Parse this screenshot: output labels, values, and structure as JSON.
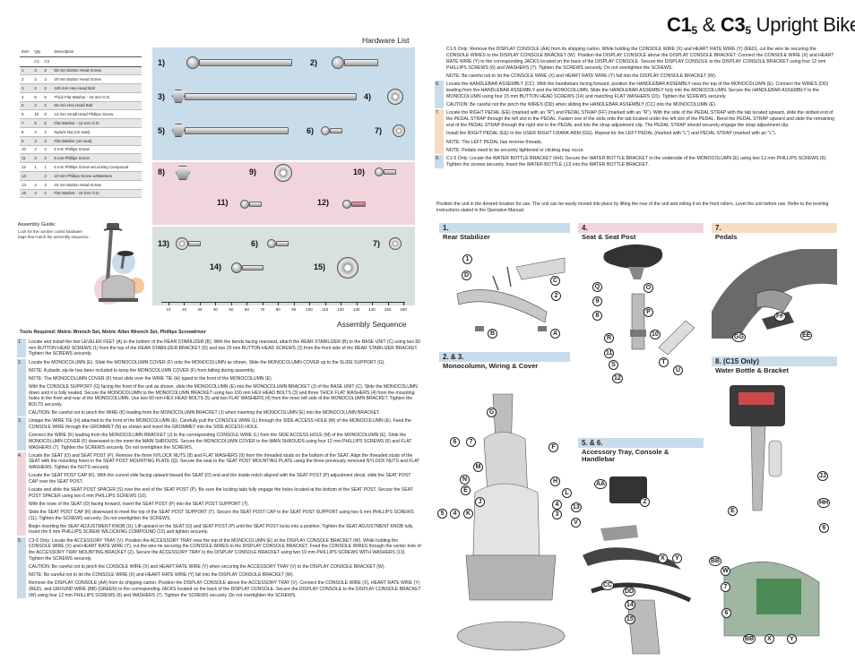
{
  "title": {
    "c1": "C1",
    "sub1": "5",
    "amp": " & ",
    "c3": "C3",
    "sub3": "5",
    "rest": " Upright Bikes"
  },
  "hardware_list_heading": "Hardware List",
  "assembly_sequence_heading": "Assembly Sequence",
  "parts_table": {
    "headers": [
      "Item",
      "Qty",
      "Description"
    ],
    "subheaders": [
      "C1",
      "C3"
    ],
    "rows": [
      [
        "1",
        "2",
        "2",
        "50 mm Button Head Screw"
      ],
      [
        "2",
        "2",
        "2",
        "20 mm Button Head Screw"
      ],
      [
        "3",
        "2",
        "2",
        "100 mm Hex Head Bolt"
      ],
      [
        "4",
        "5",
        "5",
        "Thick Flat Washer - 16 mm O.D."
      ],
      [
        "5",
        "2",
        "2",
        "60 mm Hex Head Bolt"
      ],
      [
        "6",
        "10",
        "8",
        "12 mm Small Head Phillips Screw"
      ],
      [
        "7",
        "8",
        "6",
        "Flat Washer - 12 mm O.D."
      ],
      [
        "8",
        "2",
        "2",
        "Nylock Nut (on seat)"
      ],
      [
        "9",
        "3",
        "3",
        "Flat Washer (on seat)"
      ],
      [
        "10",
        "2",
        "2",
        "6 mm Phillips Screw"
      ],
      [
        "11",
        "2",
        "2",
        "6 mm Phillips Screw"
      ],
      [
        "12",
        "1",
        "1",
        "6 mm Phillips Screw w/Locking Compound"
      ],
      [
        "13",
        "",
        "2",
        "10 mm Phillips Screw w/Washers"
      ],
      [
        "14",
        "4",
        "4",
        "15 mm Button Head Screw"
      ],
      [
        "15",
        "4",
        "4",
        "Flat Washer - 18 mm O.D."
      ]
    ]
  },
  "hardware_labels": [
    "1)",
    "2)",
    "3)",
    "4)",
    "5)",
    "6)",
    "7)",
    "8)",
    "9)",
    "10)",
    "11)",
    "12)",
    "13)",
    "6)",
    "7)",
    "14)",
    "15)"
  ],
  "ruler_ticks": [
    "10",
    "20",
    "30",
    "40",
    "50",
    "60",
    "70",
    "80",
    "90",
    "100",
    "110",
    "120",
    "130",
    "140",
    "150",
    "160"
  ],
  "assembly_guide": {
    "title": "Assembly Guide:",
    "text": "Look for the number coded hardware bags that match the assembly sequence."
  },
  "tools_required": "Tools Required: Metric Wrench Set, Metric Allen Wrench Set, Phillips Screwdriver",
  "steps_left": [
    {
      "num": "1.",
      "paras": [
        "Locate and install the two LEVELER FEET (A) to the bottom of the REAR STABILIZER (B). With the bends facing rearward, attach the REAR STABILIZER (B) to the BASE UNIT (C) using two 50 mm BUTTON HEAD SCREWS (1) from the top of the REAR STABILIZER BRACKET (D) and two 20 mm BUTTON HEAD SCREWS (2) from the front side of the REAR STABILIZER BRACKET. Tighten the SCREWS securely."
      ]
    },
    {
      "num": "2.",
      "paras": [
        "Locate the MONOCOLUMN (E). Slide the MONOCOLUMN COVER (F) onto the MONOCOLUMN as shown. Slide the MONOCOLUMN COVER up to the SLIDE SUPPORT (G).",
        "NOTE: A plastic zip-tie has been included to keep the MONOCOLUMN COVER (F) from falling during assembly.",
        "NOTE: The MONOCOLUMN COVER (F) must slide over the WIRE TIE (H) taped to the front of the MONOCOLUMN (E).",
        "With the CONSOLE SUPPORT (G) facing the front of the unit as shown, slide the MONOCOLUMN (E) into the MONOCOLUMN BRACKET (J) of the BASE UNIT (C). Slide the MONOCOLUMN down until it is fully seated. Secure the MONOCOLUMN to the MONOCOLUMN BRACKET using two 100 mm HEX HEAD BOLTS (3) and three THICK FLAT WASHERS (4) from the mounting holes in the front and rear of the MONOCOLUMN. Use two 60 mm HEX HEAD BOLTS (5) and two FLAT WASHERS (4) from the inner left side of the MONOCOLUMN BRACKET. Tighten the BOLTS securely.",
        "CAUTION: Be careful not to pinch the WIRE (K) leading from the MONOCOLUMN BRACKET (J) when inserting the MONOCOLUMN (E) into the MONOCOLUMN BRACKET."
      ]
    },
    {
      "num": "3.",
      "paras": [
        "Untape the WIRE TIE (H) attached to the front of the MONOCOLUMN (E). Carefully pull the CONSOLE WIRE (L) through the SIDE ACCESS HOLE (M) of the MONOCOLUMN (E). Feed the CONSOLE WIRE through the GROMMET (N) as shown and insert the GROMMET into the SIDE ACCESS HOLE.",
        "Connect the WIRE (K) leading from the MONOCOLUMN BRACKET (J) to the corresponding CONSOLE WIRE (L) from the SIDE ACCESS HOLE (M) of the MONOCOLUMN (E). Slide the MONOCOLUMN COVER (F) downward to the meet the MAIN SHROUDS. Secure the MONOCOLUMN COVER to the MAIN SHROUDS using four 12 mm PHILLIPS SCREWS (6) and FLAT WASHERS (7). Tighten the SCREWS securely. Do not overtighten the SCREWS."
      ]
    },
    {
      "num": "4.",
      "paras": [
        "Locate the SEAT (O) and SEAT POST (P). Remove the three NYLOCK NUTS (8) and FLAT WASHERS (9) from the threaded studs on the bottom of the SEAT. Align the threaded studs of the SEAT with the mounting holes in the SEAT POST MOUNTING PLATE (Q). Secure the seat to the SEAT POST MOUNTING PLATE using the three previously removed NYLOCK NUTS and FLAT WASHERS. Tighten the NUTS securely.",
        "Locate the SEAT POST CAP (R). With the curved side facing upward toward the SEAT (O) end and the inside notch aligned with the SEAT POST (P) adjustment decal, slide the SEAT POST CAP over the SEAT POST.",
        "Locate and slide the SEAT POST SPACER (S) over the end of the SEAT POST (P). Be sure the locking tabs fully engage the holes located at the bottom of the SEAT POST. Secure the SEAT POST SPACER using two 6 mm PHILLIPS SCREWS (10).",
        "With the nose of the SEAT (O) facing forward, insert the SEAT POST (P) into the SEAT POST SUPPORT (T).",
        "Slide the SEAT POST CAP (R) downward to meet the top of the SEAT POST SUPPORT (T). Secure the SEAT POST CAP to the SEAT POST SUPPORT using two 6 mm PHILLIPS SCREWS (11). Tighten the SCREWS securely. Do not overtighten the SCREWS.",
        "Begin inserting the SEAT ADJUSTMENT KNOB (U). Lift upward on the SEAT (O) and SEAT POST (P) until the SEAT POST locks into a position. Tighten the SEAT ADJUSTMENT KNOB fully. Insert the 6 mm PHILLIPS SCREW W/LOCKING COMPOUND (12) and tighten securely."
      ]
    },
    {
      "num": "5.",
      "paras": [
        "C3-5 Only: Locate the ACCESSORY TRAY (V). Position the ACCESSORY TRAY near the top of the MONOCOLUMN (E) at the DISPLAY CONSOLE BRACKET (W). While holding the CONSOLE WIRE (X) and HEART RATE WIRE (Y), cut the wire tie securing the CONSOLE WIRES to the DISPLAY CONSOLE BRACKET. Feed the CONSOLE WIRES through the center hole of the ACCESSORY TRAY MOUNTING BRACKET (Z). Secure the ACCESSORY TRAY to the DISPLAY CONSOLE BRACKET using two 10 mm PHILLIPS SCREWS WITH WASHERS (13). Tighten the SCREWS securely.",
        "CAUTION: Be careful not to pinch the CONSOLE WIRE (X) and HEART RATE WIRE (Y) when securing the ACCESSORY TRAY (V) to the DISPLAY CONSOLE BRACKET (W).",
        "NOTE: Be careful not to let the CONSOLE WIRE (X) and HEART RATE WIRE (Y) fall into the DISPLAY CONSOLE BRACKET (W).",
        "Remove the DISPLAY CONSOLE (AA) from its shipping carton. Position the DISPLAY CONSOLE above the ACCESSORY TRAY (V). Connect the CONSOLE WIRE (X), HEART RATE WIRE (Y) (RED), and GROUND WIRE (BB) (GREEN) to the corresponding JACKS located on the back of the DISPLAY CONSOLE. Secure the DISPLAY CONSOLE to the DISPLAY CONSOLE BRACKET (W) using four 12 mm PHILLIPS SCREWS (6) and WASHERS (7). Tighten the SCREWS securely. Do not overtighten the SCREWS."
      ]
    }
  ],
  "steps_right": [
    {
      "num": "",
      "paras": [
        "C1-5 Only: Remove the DISPLAY CONSOLE (AA) from its shipping carton. While holding the CONSOLE WIRE (X) and HEART RATE WIRE (Y) (RED), cut the wire tie securing the CONSOLE WIRES to the DISPLAY CONSOLE BRACKET (W). Position the DISPLAY CONSOLE above the DISPLAY CONSOLE BRACKET. Connect the CONSOLE WIRE (X) and HEART RATE WIRE (Y) to the corresponding JACKS located on the back of the DISPLAY CONSOLE. Secure the DISPLAY CONSOLE to the DISPLAY CONSOLE BRACKET using four 12 mm PHILLIPS SCREWS (6) and WASHERS (7). Tighten the SCREWS securely. Do not overtighten the SCREWS.",
        "NOTE: Be careful not to let the CONSOLE WIRE (X) and HEART RATE WIRE (Y) fall into the DISPLAY CONSOLE BRACKET (W)."
      ]
    },
    {
      "num": "6.",
      "paras": [
        "Locate the HANDLEBAR ASSEMBLY (CC). With the handlebars facing forward, position the HANDLEBAR ASSEMBLY near the top of the MONOCOLUMN (E). Connect the WIRES (DD) leading from the HANDLEBAR ASSEMBLY and the MONOCOLUMN. Slide the HANDLEBAR ASSEMBLY fully into the MONOCOLUMN. Secure the HANDLEBAR ASSEMBLY to the MONOCOLUMN using four 15 mm BUTTON HEAD SCREWS (14) and matching FLAT WASHERS (15). Tighten the SCREWS securely.",
        "CAUTION: Be careful not the pinch the WIRES (DD) when sliding the HANDLEBAR ASSEMBLY (CC) into the MONOCOLUMN (E)."
      ]
    },
    {
      "num": "7.",
      "paras": [
        "Locate the RIGHT PEDAL (EE) (marked with an \"R\") and PEDAL STRAP (FF) (marked with an \"R\"). With the side of the PEDAL STRAP with the tab located upward, slide the slotted end of the PEDAL STRAP through the left slot in the PEDAL. Fasten one of the slots onto the tab located under the left slot of the PEDAL. Bend the PEDAL STRAP upward and slide the remaining end of the PEDAL STRAP through the right slot in the PEDAL and into the strap adjustment clip. The PEDAL STRAP should securely engage the strap adjustment clip.",
        "Install the RIGHT PEDAL (EE) to the USER RIGHT CRANK ARM (GG). Repeat for the LEFT PEDAL (marked with \"L\") and PEDAL STRAP (marked with an \"L\").",
        "NOTE: The LEFT PEDAL has reverse threads.",
        "NOTE: Pedals need to be securely tightened or clicking may occur."
      ]
    },
    {
      "num": "8.",
      "paras": [
        "C1-5 Only: Locate the WATER BOTTLE BRACKET (HH). Secure the WATER BOTTLE BRACKET to the underside of the MONOCOLUMN (E) using two 12 mm PHILLIPS SCREWS (6). Tighten the screws securely. Insert the WATER BOTTLE (JJ) into the WATER BOTTLE BRACKET."
      ]
    }
  ],
  "position_note": "Position the unit in the desired location for use. The unit can be easily moved into place by lifting the rear of the unit and rolling it on the front rollers. Level the unit before use. Refer to the leveling instructions stated in the Operation Manual.",
  "sections": [
    {
      "num": "1.",
      "title": "Rear Stabilizer",
      "color": "#c9dcea"
    },
    {
      "num": "4.",
      "title": "Seat & Seat Post",
      "color": "#f1d5dd"
    },
    {
      "num": "7.",
      "title": "Pedals",
      "color": "#f6dcc3"
    },
    {
      "num": "2. & 3.",
      "title": "Monocolumn, Wiring & Cover",
      "color": "#c9dcea"
    },
    {
      "num": "8. (C15 Only)",
      "title": "Water Bottle & Bracket",
      "color": "#c9dcea"
    },
    {
      "num": "5. & 6.",
      "title": "Accessory Tray, Console & Handlebar",
      "color": "#c9dcea"
    }
  ],
  "callouts": {
    "s1": [
      "1",
      "D",
      "C",
      "2",
      "B",
      "A"
    ],
    "s4": [
      "Q",
      "O",
      "9",
      "P",
      "8",
      "R",
      "10",
      "11",
      "S",
      "T",
      "12",
      "U"
    ],
    "s7": [
      "FF",
      "GG",
      "EE"
    ],
    "s23": [
      "G",
      "6",
      "7",
      "F",
      "M",
      "N",
      "H",
      "L",
      "E",
      "J",
      "5",
      "4",
      "K",
      "4",
      "3"
    ],
    "s8": [
      "JJ",
      "E",
      "HH",
      "6"
    ],
    "s56": [
      "AA",
      "Z",
      "13",
      "V",
      "X",
      "Y",
      "BB",
      "W",
      "CC",
      "7",
      "DD",
      "14",
      "15",
      "6",
      "BB",
      "X",
      "Y"
    ]
  }
}
